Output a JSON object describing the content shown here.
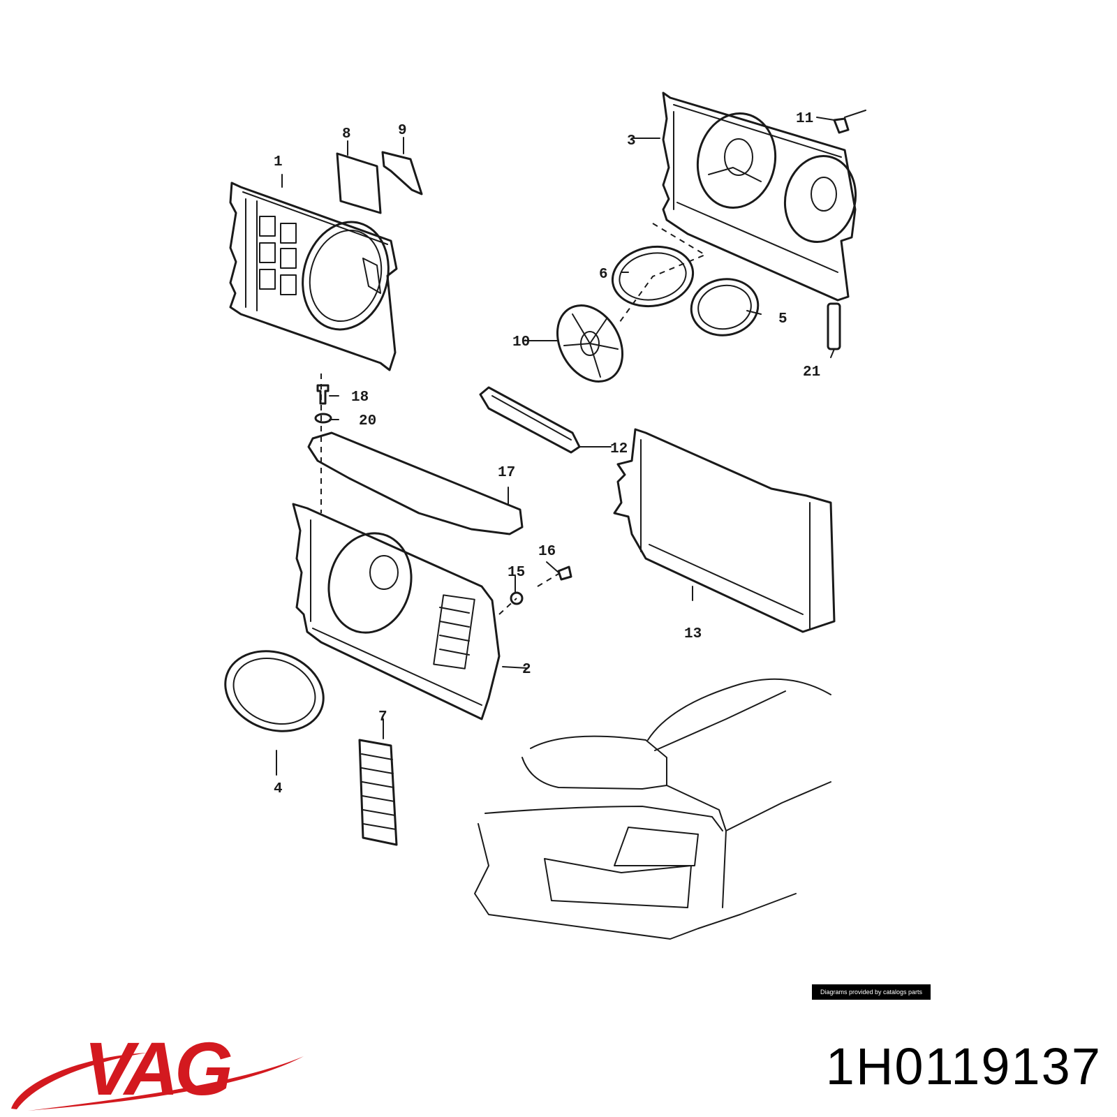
{
  "diagram": {
    "labels": [
      {
        "id": "1",
        "text": "1"
      },
      {
        "id": "2",
        "text": "2"
      },
      {
        "id": "3",
        "text": "3"
      },
      {
        "id": "4",
        "text": "4"
      },
      {
        "id": "5",
        "text": "5"
      },
      {
        "id": "6",
        "text": "6"
      },
      {
        "id": "7",
        "text": "7"
      },
      {
        "id": "8",
        "text": "8"
      },
      {
        "id": "9",
        "text": "9"
      },
      {
        "id": "10",
        "text": "10"
      },
      {
        "id": "11",
        "text": "11"
      },
      {
        "id": "12",
        "text": "12"
      },
      {
        "id": "13",
        "text": "13"
      },
      {
        "id": "15",
        "text": "15"
      },
      {
        "id": "16",
        "text": "16"
      },
      {
        "id": "17",
        "text": "17"
      },
      {
        "id": "18",
        "text": "18"
      },
      {
        "id": "20",
        "text": "20"
      },
      {
        "id": "21",
        "text": "21"
      }
    ]
  },
  "credit": "Diagrams provided by catalogs parts",
  "brand": {
    "name": "VAG",
    "color": "#d3191f"
  },
  "part_number": "1H0119137"
}
